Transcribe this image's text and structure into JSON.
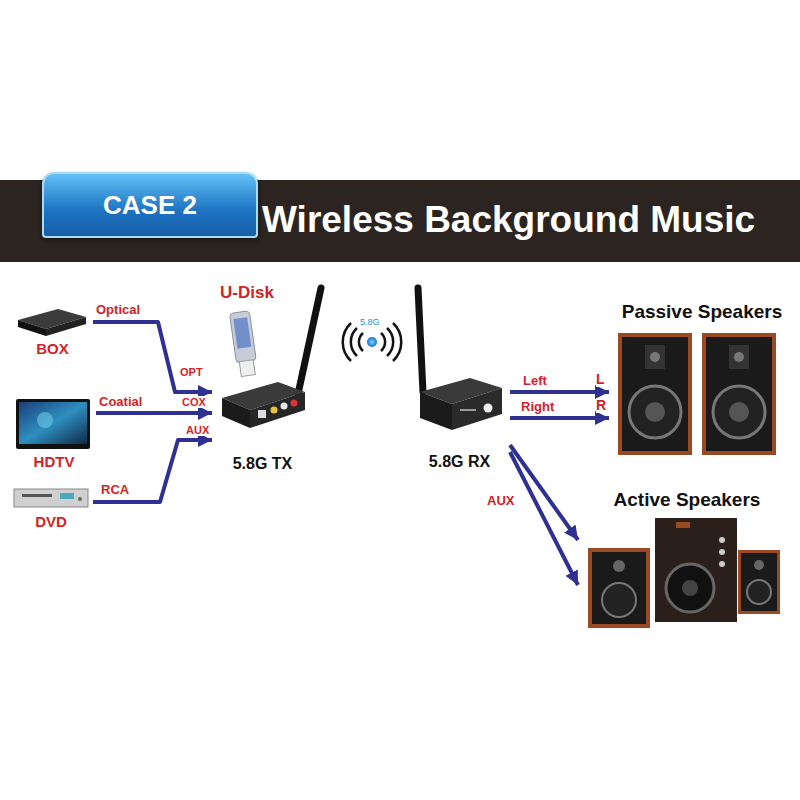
{
  "diagram": {
    "title": "Wireless Background Music",
    "nodes": [
      {
        "text": [
          "CASE 2"
        ]
      },
      {
        "text": [
          "BOX"
        ]
      },
      {
        "text": [
          "HDTV"
        ]
      },
      {
        "text": [
          "DVD"
        ]
      },
      {
        "text": [
          "U-Disk"
        ]
      },
      {
        "text": [
          "5.8G TX"
        ]
      },
      {
        "text": [
          "5.8G RX"
        ]
      },
      {
        "text": [
          "Passive Speakers"
        ]
      },
      {
        "text": [
          "Active Speakers"
        ]
      }
    ],
    "edges": [
      {
        "from": 1,
        "to": 5,
        "arrow": "to",
        "label": "Optical"
      },
      {
        "from": 2,
        "to": 5,
        "arrow": "to",
        "label": "Coatial"
      },
      {
        "from": 3,
        "to": 5,
        "arrow": "to",
        "label": "RCA"
      },
      {
        "from": 6,
        "to": 7,
        "arrow": "to",
        "label": "Left"
      },
      {
        "from": 6,
        "to": 7,
        "arrow": "to",
        "label": "Right"
      },
      {
        "from": 6,
        "to": 8,
        "arrow": "to",
        "label": "AUX"
      },
      {
        "from": 6,
        "to": 8,
        "arrow": "to"
      }
    ],
    "labels": [
      "OPT",
      "COX",
      "AUX",
      "5.8G",
      "L",
      "R"
    ]
  }
}
